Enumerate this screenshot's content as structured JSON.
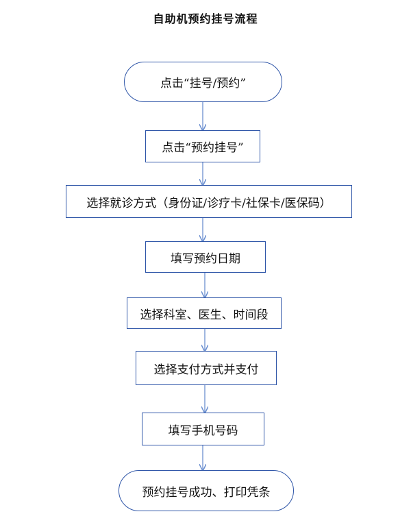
{
  "title": "自助机预约挂号流程",
  "steps": [
    {
      "label": "点击“挂号/预约”",
      "shape": "terminal"
    },
    {
      "label": "点击“预约挂号”",
      "shape": "process"
    },
    {
      "label": "选择就诊方式（身份证/诊疗卡/社保卡/医保码）",
      "shape": "process"
    },
    {
      "label": "填写预约日期",
      "shape": "process"
    },
    {
      "label": "选择科室、医生、时间段",
      "shape": "process"
    },
    {
      "label": "选择支付方式并支付",
      "shape": "process"
    },
    {
      "label": "填写手机号码",
      "shape": "process"
    },
    {
      "label": "预约挂号成功、打印凭条",
      "shape": "terminal"
    }
  ],
  "colors": {
    "border": "#2f56a8",
    "arrow": "#6b8fd0",
    "text": "#111111"
  }
}
